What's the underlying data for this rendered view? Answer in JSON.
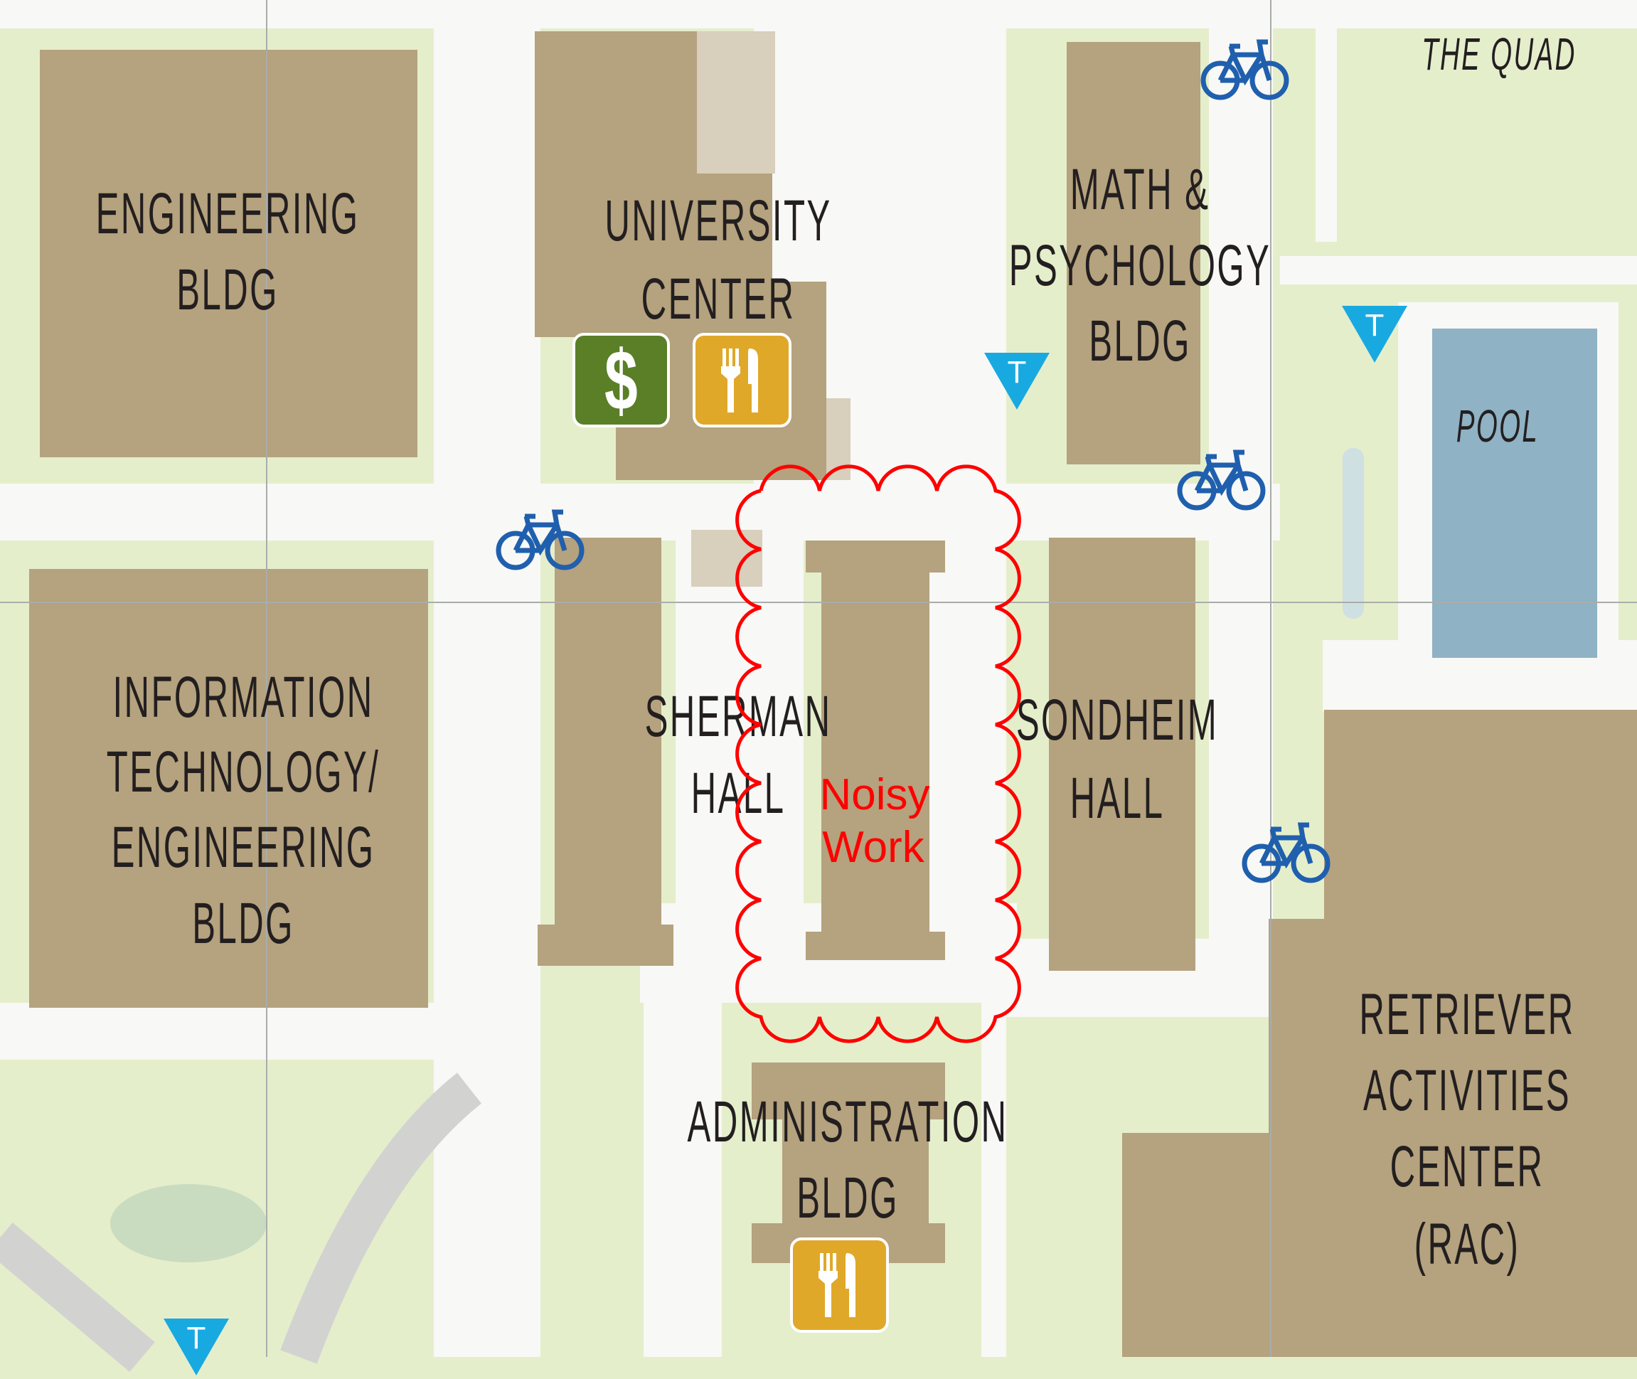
{
  "map": {
    "colors": {
      "grass": "#e5eecb",
      "path": "#f8f8f6",
      "building": "#b5a27e",
      "pool": "#8fb2c4",
      "annotation": "#ff0000",
      "bike": "#1f5fae",
      "transit": "#19a9e1",
      "atm": "#5a7f27",
      "dining": "#e0a829"
    },
    "labels": {
      "engineering": [
        "ENGINEERING",
        "BLDG"
      ],
      "university_center": [
        "UNIVERSITY",
        "CENTER"
      ],
      "math_psych": [
        "MATH &",
        "PSYCHOLOGY",
        "BLDG"
      ],
      "the_quad": "THE QUAD",
      "pool": "POOL",
      "info_tech": [
        "INFORMATION",
        "TECHNOLOGY/",
        "ENGINEERING",
        "BLDG"
      ],
      "sherman": [
        "SHERMAN",
        "HALL"
      ],
      "sondheim": [
        "SONDHEIM",
        "HALL"
      ],
      "administration": [
        "ADMINISTRATION",
        "BLDG"
      ],
      "rac": [
        "RETRIEVER",
        "ACTIVITIES",
        "CENTER",
        "(RAC)"
      ]
    },
    "annotation": {
      "line1": "Noisy",
      "line2": "Work"
    },
    "icons": {
      "atm": {
        "name": "dollar-icon",
        "glyph": "$"
      },
      "dining": {
        "name": "fork-knife-icon"
      },
      "transit": {
        "name": "transit-stop-icon",
        "glyph": "T"
      },
      "bike": {
        "name": "bike-rack-icon"
      }
    }
  }
}
